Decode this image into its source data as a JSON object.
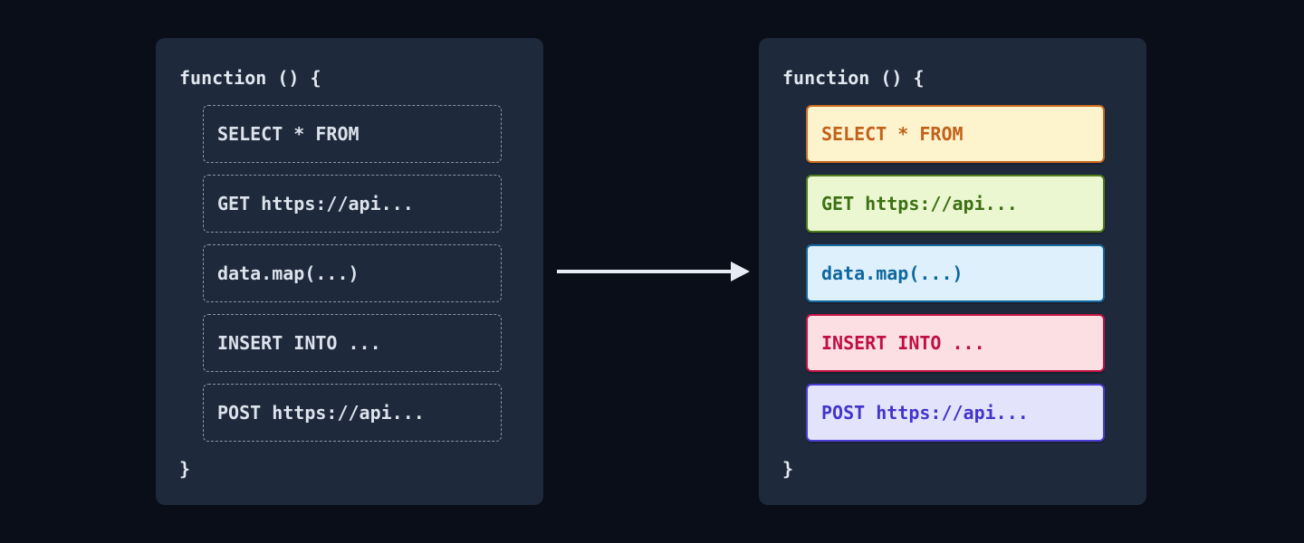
{
  "colors": {
    "page_bg": "#0a0e19",
    "panel_bg": "#1e293b",
    "panel_text": "#e2e8f0",
    "arrow": "#e7ecf4",
    "ghost_border": "#8a94a6",
    "ghost_text": "#dde3ec"
  },
  "left_panel": {
    "title": "function () {",
    "closing_brace": "}",
    "snippets": [
      "SELECT * FROM",
      "GET https://api...",
      "data.map(...)",
      "INSERT INTO ...",
      "POST https://api..."
    ]
  },
  "right_panel": {
    "title": "function () {",
    "closing_brace": "}",
    "snippets": [
      {
        "label": "SELECT * FROM",
        "bg": "#fdf3cd",
        "border": "#ca6b1e",
        "text": "#c2611a"
      },
      {
        "label": "GET https://api...",
        "bg": "#eaf7d0",
        "border": "#507c1d",
        "text": "#3e7013"
      },
      {
        "label": "data.map(...)",
        "bg": "#def0fc",
        "border": "#17689e",
        "text": "#0e679e"
      },
      {
        "label": "INSERT INTO ...",
        "bg": "#fcdfe3",
        "border": "#c21343",
        "text": "#c00e41"
      },
      {
        "label": "POST https://api...",
        "bg": "#e3e4fc",
        "border": "#4b3dd2",
        "text": "#4335cc"
      }
    ]
  }
}
